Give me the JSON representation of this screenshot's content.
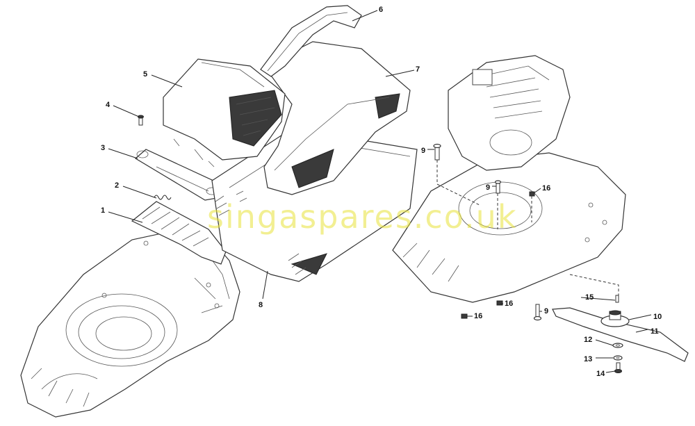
{
  "watermark": "singaspares.co.uk",
  "callouts": {
    "c1": "1",
    "c2": "2",
    "c3": "3",
    "c4": "4",
    "c5": "5",
    "c6": "6",
    "c7": "7",
    "c8": "8",
    "c9a": "9",
    "c9b": "9",
    "c9c": "9",
    "c10": "10",
    "c11": "11",
    "c12": "12",
    "c13": "13",
    "c14": "14",
    "c15": "15",
    "c16a": "16",
    "c16b": "16",
    "c16c": "16"
  }
}
